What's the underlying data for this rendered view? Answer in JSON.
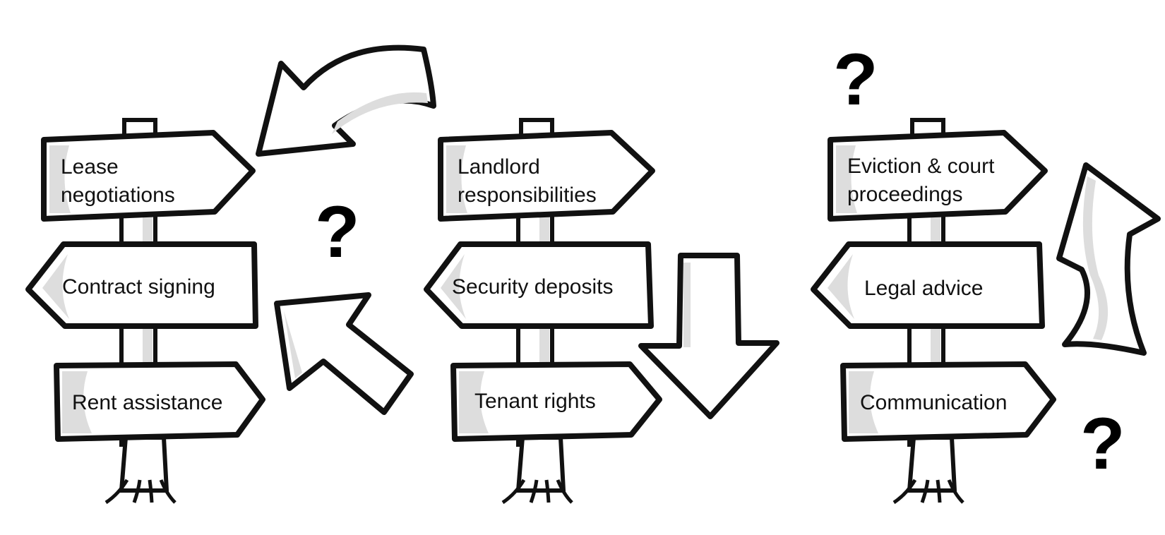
{
  "colors": {
    "ink": "#111111",
    "shade": "#dddddd",
    "board": "#ffffff"
  },
  "signposts": [
    {
      "signs": [
        {
          "lines": [
            "Lease",
            "negotiations"
          ]
        },
        {
          "lines": [
            "Contract signing"
          ]
        },
        {
          "lines": [
            "Rent assistance"
          ]
        }
      ]
    },
    {
      "signs": [
        {
          "lines": [
            "Landlord",
            "responsibilities"
          ]
        },
        {
          "lines": [
            "Security deposits"
          ]
        },
        {
          "lines": [
            "Tenant rights"
          ]
        }
      ]
    },
    {
      "signs": [
        {
          "lines": [
            "Eviction & court",
            "proceedings"
          ]
        },
        {
          "lines": [
            "Legal advice"
          ]
        },
        {
          "lines": [
            "Communication"
          ]
        }
      ]
    }
  ],
  "marks": {
    "question": "?"
  },
  "icons": [
    "curved-arrow-icon",
    "diagonal-arrow-icon",
    "down-arrow-icon",
    "up-curved-arrow-icon",
    "question-mark-icon"
  ]
}
